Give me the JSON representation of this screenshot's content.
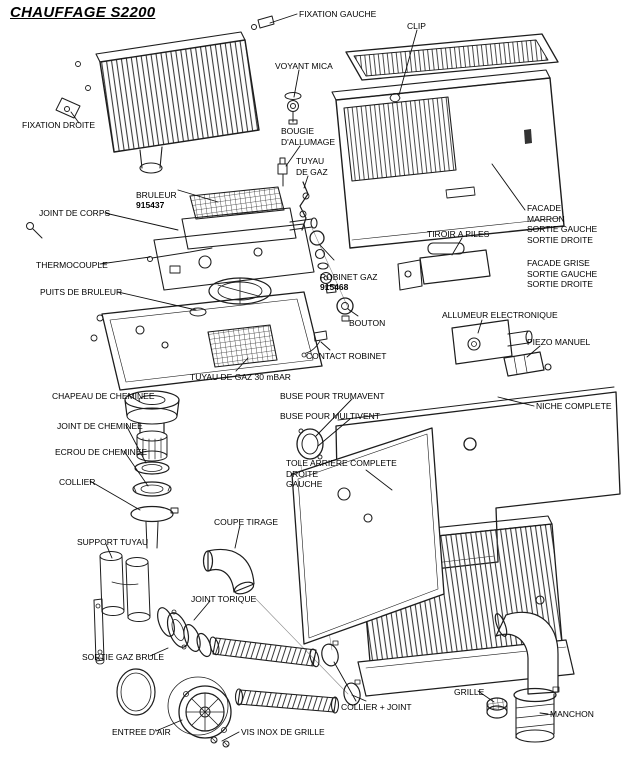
{
  "title": "CHAUFFAGE S2200",
  "colors": {
    "ink": "#1d1d1d",
    "background": "#ffffff"
  },
  "labels": {
    "fixation_gauche": "FIXATION GAUCHE",
    "clip": "CLIP",
    "voyant_mica": "VOYANT MICA",
    "fixation_droite": "FIXATION DROITE",
    "bougie_allumage": "BOUGIE\nD'ALLUMAGE",
    "tuyau_de_gaz": "TUYAU\nDE GAZ",
    "bruleur": "BRULEUR",
    "bruleur_ref": "915437",
    "joint_de_corps": "JOINT DE CORPS",
    "thermocouple": "THERMOCOUPLE",
    "puits_de_bruleur": "PUITS DE BRULEUR",
    "robinet_gaz": "ROBINET GAZ",
    "robinet_gaz_ref": "915468",
    "facade_marron": "FACADE\nMARRON\nSORTIE GAUCHE\nSORTIE DROITE",
    "tiroir_a_piles": "TIROIR A PILES",
    "facade_grise": "FACADE GRISE\nSORTIE GAUCHE\nSORTIE DROITE",
    "bouton": "BOUTON",
    "allumeur_electronique": "ALLUMEUR ELECTRONIQUE",
    "piezo_manuel": "PIEZO MANUEL",
    "contact_robinet": "CONTACT ROBINET",
    "tuyau_gaz_30": "TUYAU DE GAZ 30 mBAR",
    "chapeau_cheminee": "CHAPEAU DE CHEMINEE",
    "buse_trumavent": "BUSE POUR TRUMAVENT",
    "buse_multivent": "BUSE POUR MULTIVENT",
    "niche_complete": "NICHE COMPLETE",
    "joint_cheminee": "JOINT DE CHEMINEE",
    "ecrou_cheminee": "ECROU DE CHEMINEE",
    "tole_arriere": "TOLE ARRIERE COMPLETE\nDROITE\nGAUCHE",
    "collier": "COLLIER",
    "coupe_tirage": "COUPE TIRAGE",
    "support_tuyau": "SUPPORT TUYAU",
    "joint_torique": "JOINT TORIQUE",
    "sortie_gaz_brule": "SORTIE GAZ BRULE",
    "entree_air": "ENTREE D'AIR",
    "vis_inox_grille": "VIS INOX DE GRILLE",
    "collier_joint": "COLLIER + JOINT",
    "grille": "GRILLE",
    "manchon": "MANCHON"
  }
}
